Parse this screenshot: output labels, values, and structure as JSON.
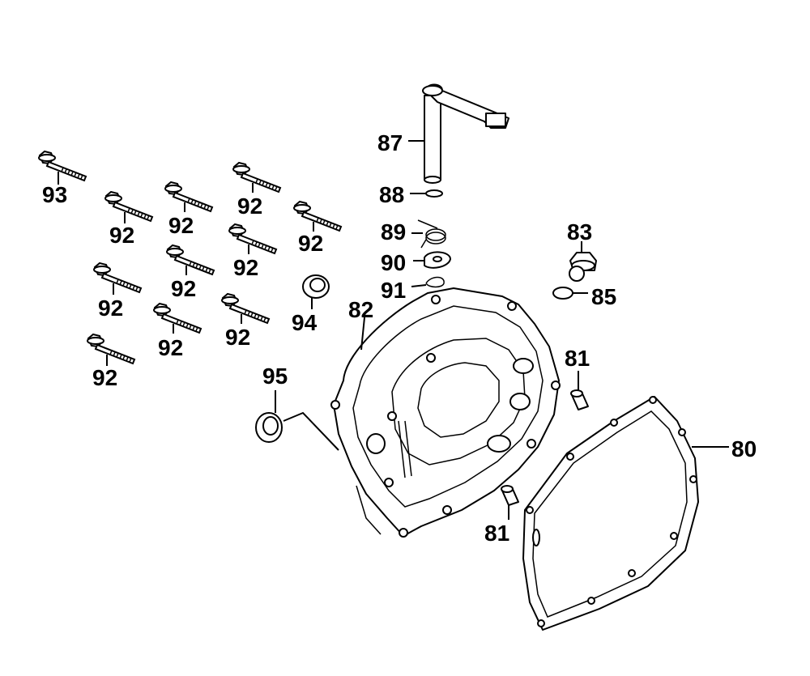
{
  "labels": {
    "l80": "80",
    "l81a": "81",
    "l81b": "81",
    "l82": "82",
    "l83": "83",
    "l85": "85",
    "l87": "87",
    "l88": "88",
    "l89": "89",
    "l90": "90",
    "l91": "91",
    "l92a": "92",
    "l92b": "92",
    "l92c": "92",
    "l92d": "92",
    "l92e": "92",
    "l92f": "92",
    "l92g": "92",
    "l92h": "92",
    "l92i": "92",
    "l92j": "92",
    "l93": "93",
    "l94": "94",
    "l95": "95"
  },
  "colors": {
    "ink": "#000000",
    "paper": "#ffffff"
  }
}
